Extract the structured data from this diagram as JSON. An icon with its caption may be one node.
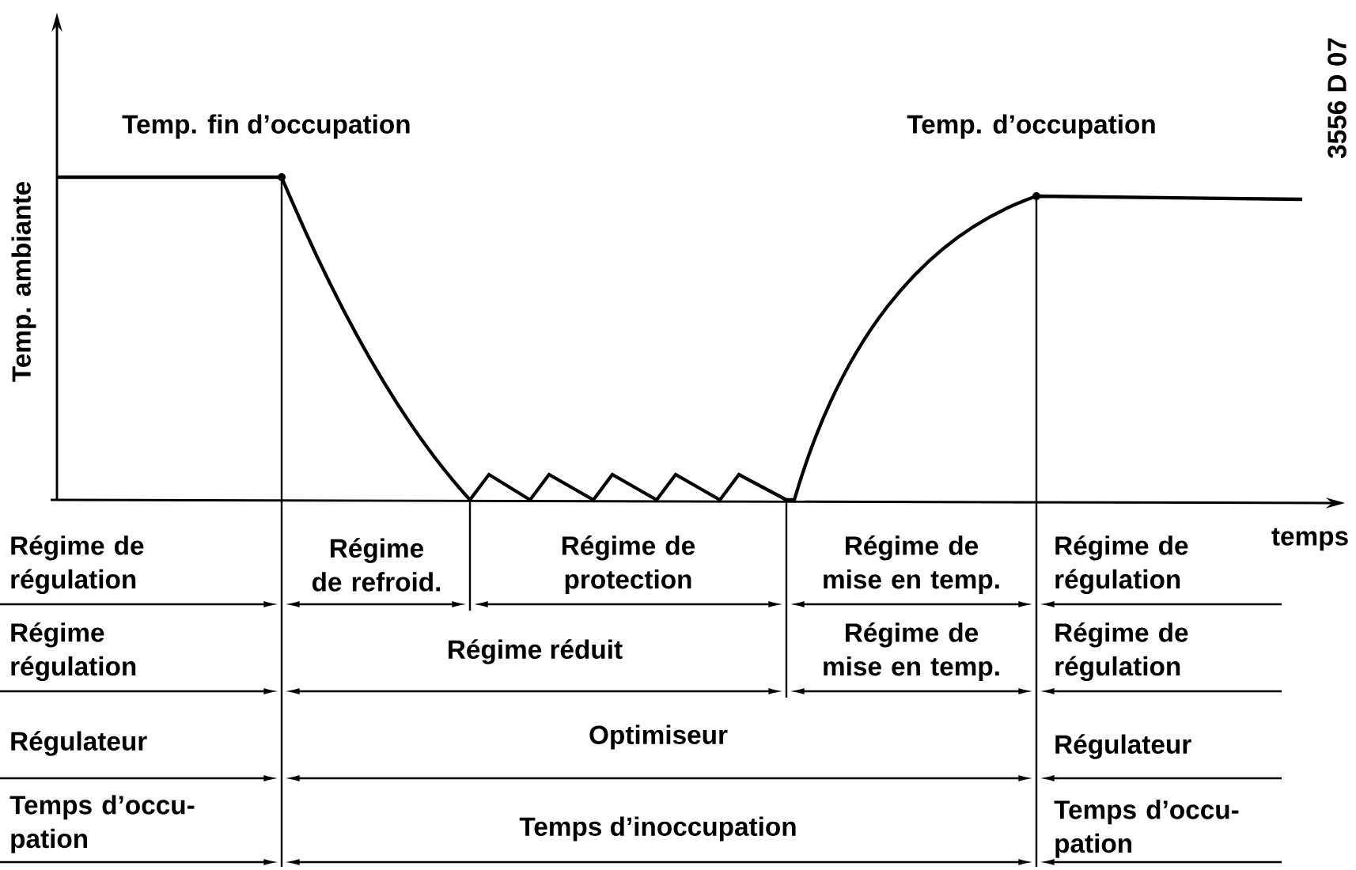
{
  "diagram": {
    "labels": [
      "Temp. fin d’occupation",
      "Temp. d’occupation",
      "3556 D 07",
      "Temp. ambiante",
      "temps",
      "Régime de régulation",
      "Régime de refroid.",
      "Régime de protection",
      "Régime de mise en temp.",
      "Régime de régulation",
      "Régime régulation",
      "Régime réduit",
      "Régime de mise en temp.",
      "Régime de régulation",
      "Régulateur",
      "Optimiseur",
      "Régulateur",
      "Temps d’occu-pation",
      "Temps d’inoccupation",
      "Temps d’occu-pation"
    ]
  }
}
